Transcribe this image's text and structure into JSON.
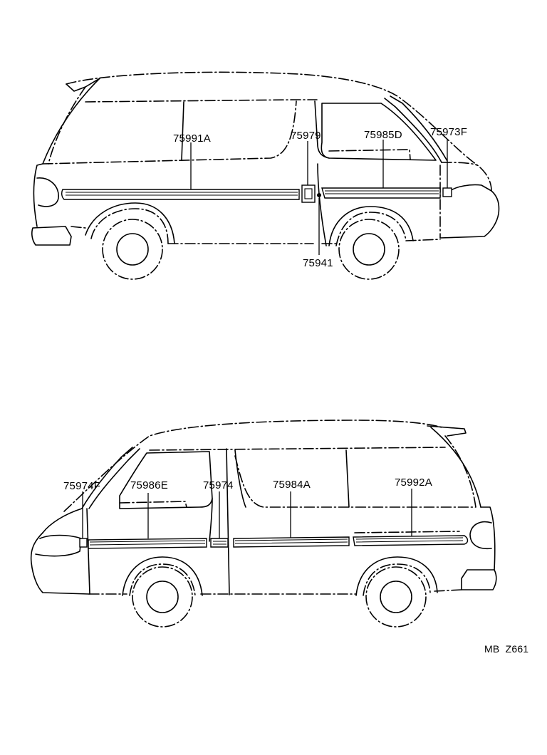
{
  "diagram": {
    "top_view": {
      "labels": {
        "l_75991A": "75991A",
        "l_75979": "75979",
        "l_75985D": "75985D",
        "l_75973F": "75973F",
        "l_75941": "75941"
      }
    },
    "bottom_view": {
      "labels": {
        "l_75974F": "75974F",
        "l_75986E": "75986E",
        "l_75974": "75974",
        "l_75984A": "75984A",
        "l_75992A": "75992A"
      }
    },
    "figure_code": "MB  Z661"
  }
}
